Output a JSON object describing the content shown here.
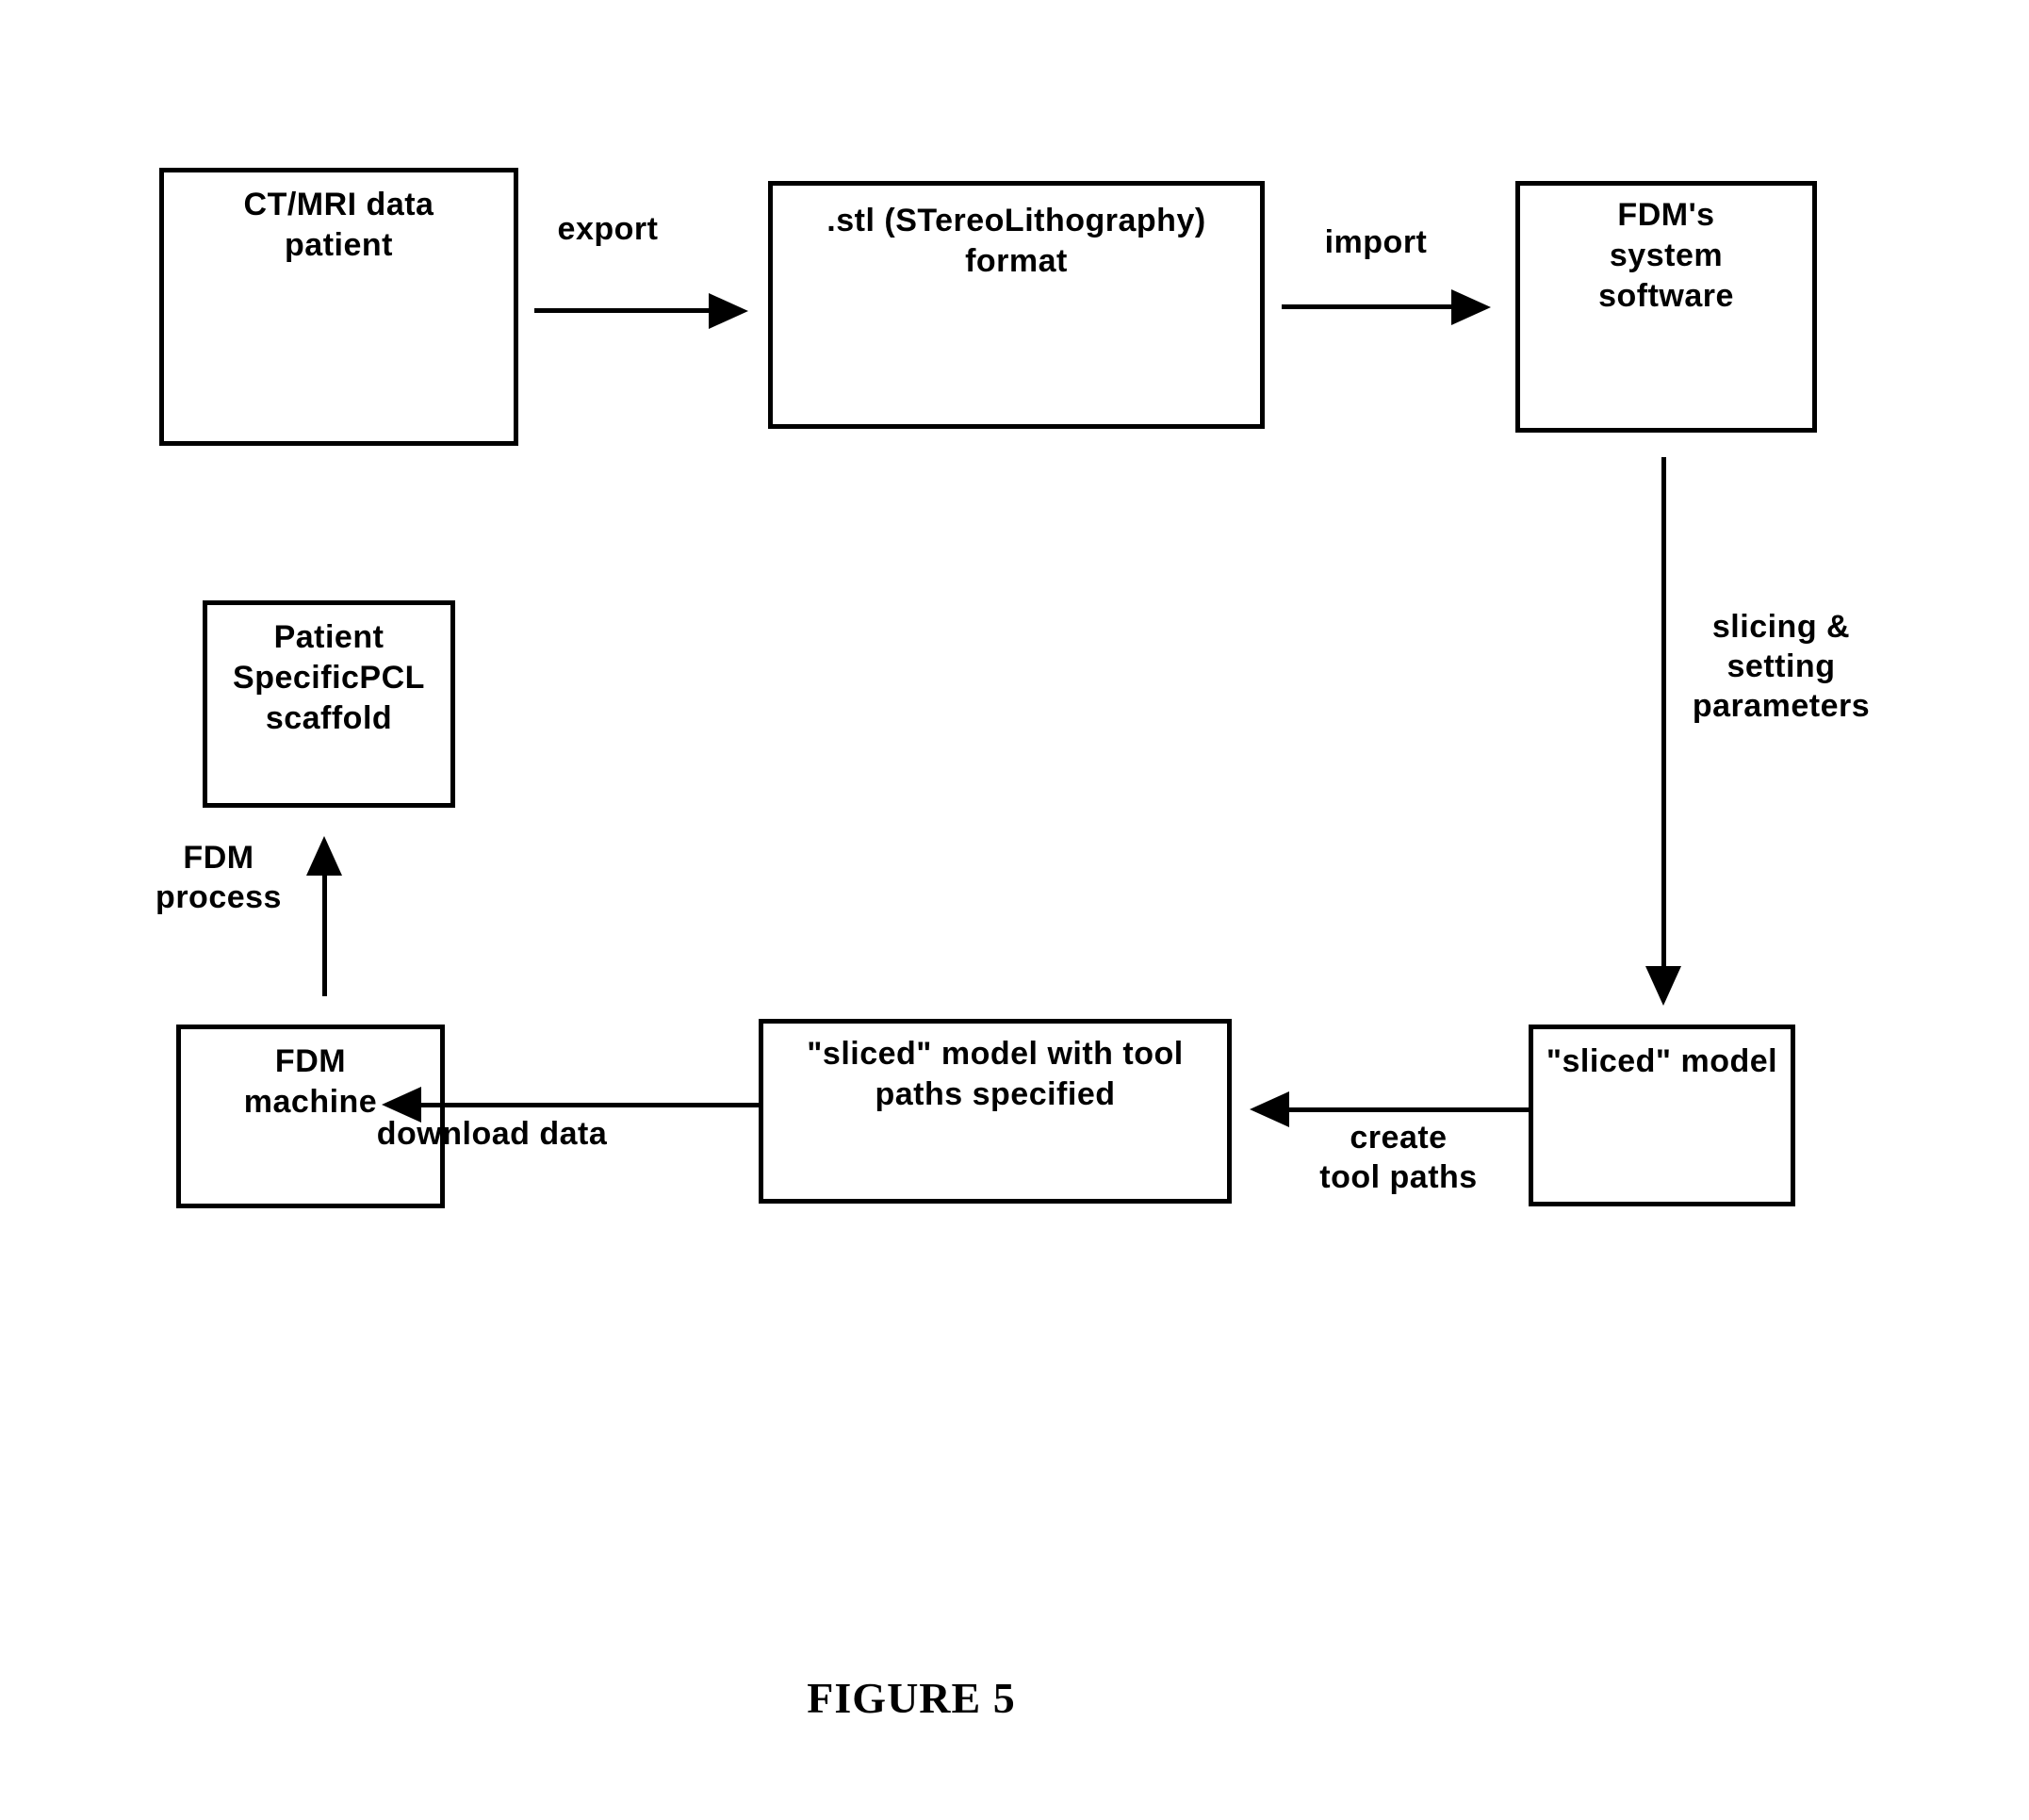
{
  "figure": {
    "caption": "FIGURE 5"
  },
  "colors": {
    "ink": "#000000",
    "paper": "#ffffff"
  },
  "boxes": {
    "ct_mri": {
      "label": "CT/MRI data\npatient"
    },
    "stl": {
      "label": ".stl (STereoLithography)\nformat"
    },
    "fdm_software": {
      "label": "FDM's\nsystem\nsoftware"
    },
    "scaffold": {
      "label": "Patient\nSpecificPCL\nscaffold"
    },
    "fdm_machine": {
      "label": "FDM\nmachine"
    },
    "sliced_toolpaths": {
      "label": "\"sliced\" model with tool\npaths specified"
    },
    "sliced_model": {
      "label": "\"sliced\" model"
    }
  },
  "arrows": {
    "export": {
      "label": "export",
      "direction": "right"
    },
    "import": {
      "label": "import",
      "direction": "right"
    },
    "slicing": {
      "label": "slicing &\nsetting\nparameters",
      "direction": "down"
    },
    "create_tool_paths": {
      "label": "create\ntool paths",
      "direction": "left"
    },
    "download_data": {
      "label": "download data",
      "direction": "left"
    },
    "fdm_process": {
      "label": "FDM\nprocess",
      "direction": "up"
    }
  }
}
